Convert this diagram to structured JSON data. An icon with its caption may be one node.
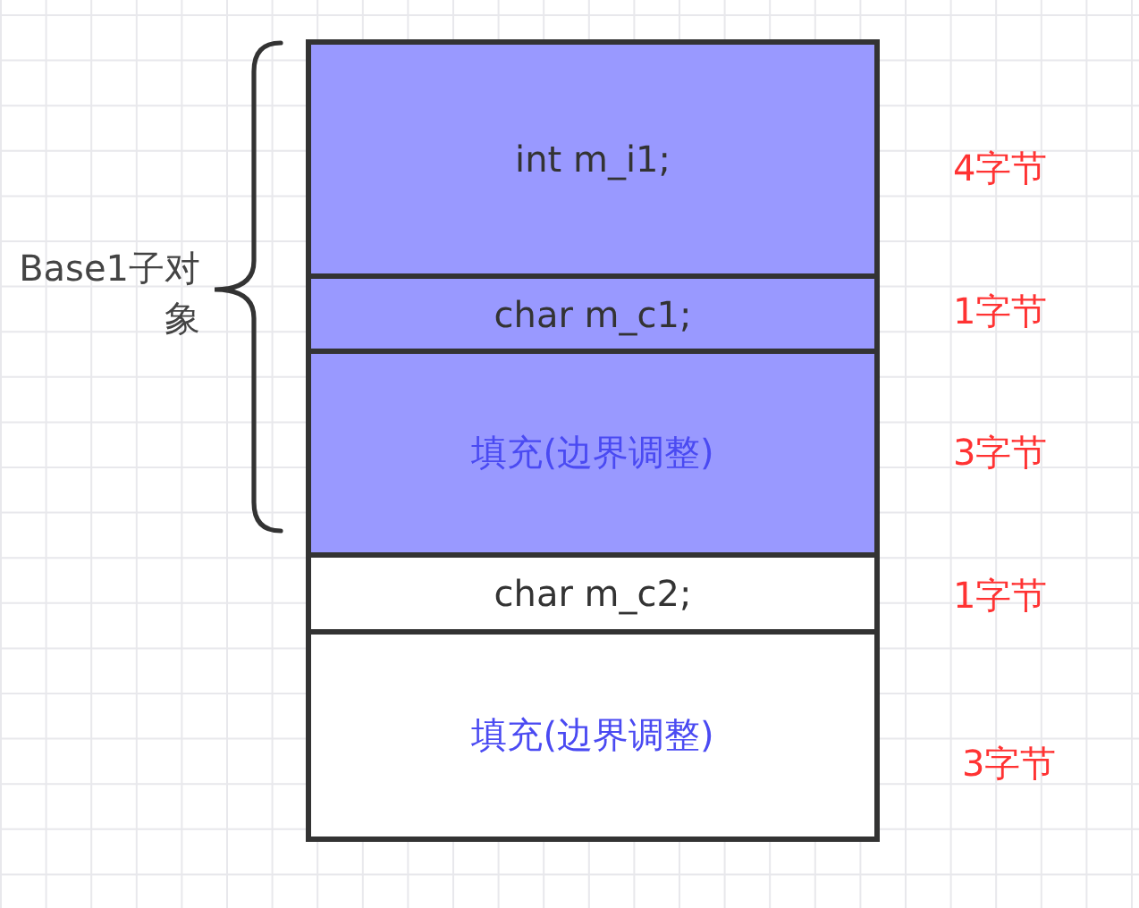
{
  "diagram": {
    "nodes": [
      {
        "text": [
          "int m_i1;"
        ],
        "beside": [
          "4字节"
        ]
      },
      {
        "text": [
          "char m_c1;"
        ],
        "beside": [
          "1字节"
        ]
      },
      {
        "text": [
          "填充(边界调整)"
        ],
        "beside": [
          "3字节"
        ]
      },
      {
        "text": [
          "char m_c2;"
        ],
        "beside": [
          "1字节"
        ]
      },
      {
        "text": [
          "填充(边界调整)"
        ],
        "beside": [
          "3字节"
        ]
      }
    ],
    "labels": [
      "Base1子对象"
    ]
  }
}
